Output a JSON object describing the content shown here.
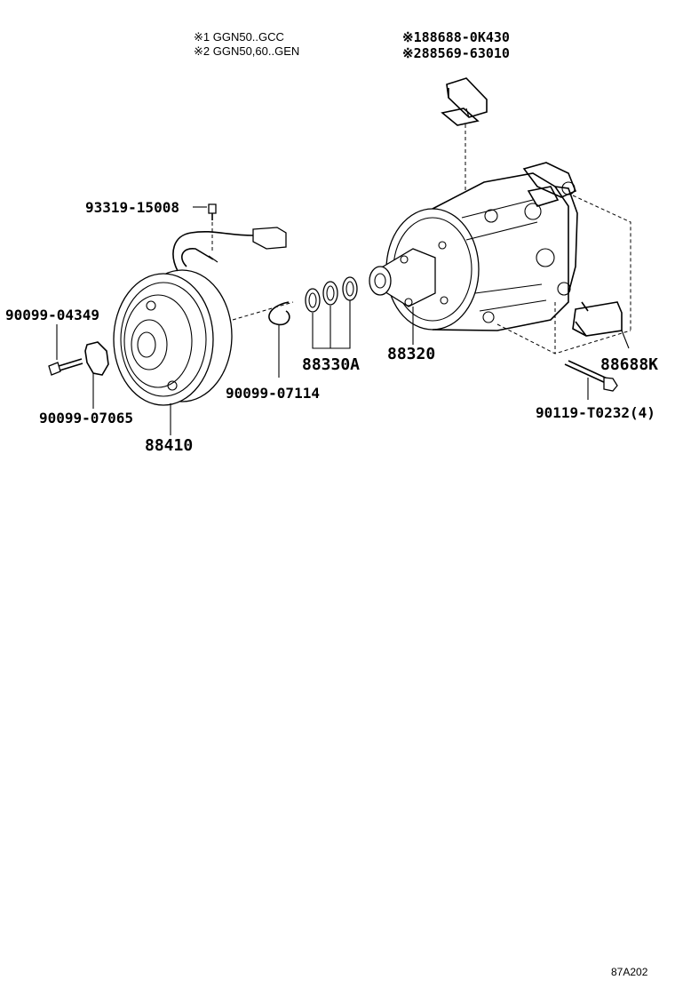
{
  "notes": [
    "※1 GGN50..GCC",
    "※2 GGN50,60..GEN"
  ],
  "top_parts": [
    "※188688-0K430",
    "※288569-63010"
  ],
  "parts": {
    "sensor_bolt": "93319-15008",
    "clutch_bolt": "90099-04349",
    "clutch_shim": "90099-07065",
    "clutch_assy": "88410",
    "snap_ring": "90099-07114",
    "o_rings": "88330A",
    "compressor": "88320",
    "bracket": "88688K",
    "mount_bolt": "90119-T0232(4)"
  },
  "figure_code": "87A202"
}
